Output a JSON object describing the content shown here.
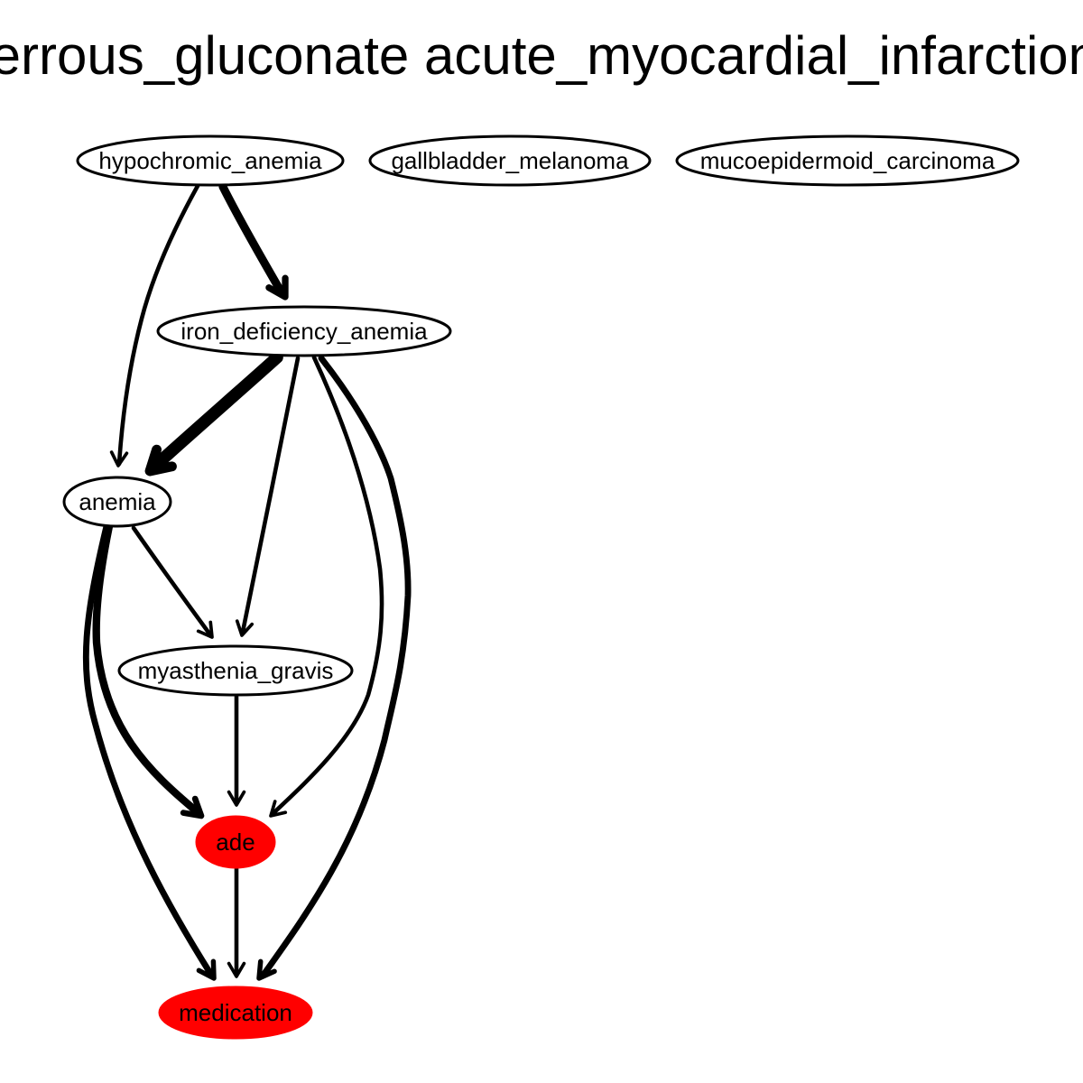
{
  "title": "ferrous_gluconate acute_myocardial_infarction",
  "colors": {
    "highlight": "#ff0000",
    "stroke": "#000000",
    "background": "#ffffff"
  },
  "nodes": [
    {
      "id": "hypochromic_anemia",
      "label": "hypochromic_anemia",
      "highlight": false
    },
    {
      "id": "gallbladder_melanoma",
      "label": "gallbladder_melanoma",
      "highlight": false
    },
    {
      "id": "mucoepidermoid_carcinoma",
      "label": "mucoepidermoid_carcinoma",
      "highlight": false
    },
    {
      "id": "iron_deficiency_anemia",
      "label": "iron_deficiency_anemia",
      "highlight": false
    },
    {
      "id": "anemia",
      "label": "anemia",
      "highlight": false
    },
    {
      "id": "myasthenia_gravis",
      "label": "myasthenia_gravis",
      "highlight": false
    },
    {
      "id": "ade",
      "label": "ade",
      "highlight": true
    },
    {
      "id": "medication",
      "label": "medication",
      "highlight": true
    }
  ],
  "edges": [
    {
      "from": "hypochromic_anemia",
      "to": "anemia",
      "weight": 4
    },
    {
      "from": "hypochromic_anemia",
      "to": "iron_deficiency_anemia",
      "weight": 10
    },
    {
      "from": "iron_deficiency_anemia",
      "to": "anemia",
      "weight": 16
    },
    {
      "from": "iron_deficiency_anemia",
      "to": "myasthenia_gravis",
      "weight": 4
    },
    {
      "from": "iron_deficiency_anemia",
      "to": "ade",
      "weight": 4
    },
    {
      "from": "iron_deficiency_anemia",
      "to": "medication",
      "weight": 7
    },
    {
      "from": "anemia",
      "to": "myasthenia_gravis",
      "weight": 4
    },
    {
      "from": "anemia",
      "to": "ade",
      "weight": 9
    },
    {
      "from": "anemia",
      "to": "medication",
      "weight": 7
    },
    {
      "from": "myasthenia_gravis",
      "to": "ade",
      "weight": 4
    },
    {
      "from": "ade",
      "to": "medication",
      "weight": 4
    }
  ]
}
